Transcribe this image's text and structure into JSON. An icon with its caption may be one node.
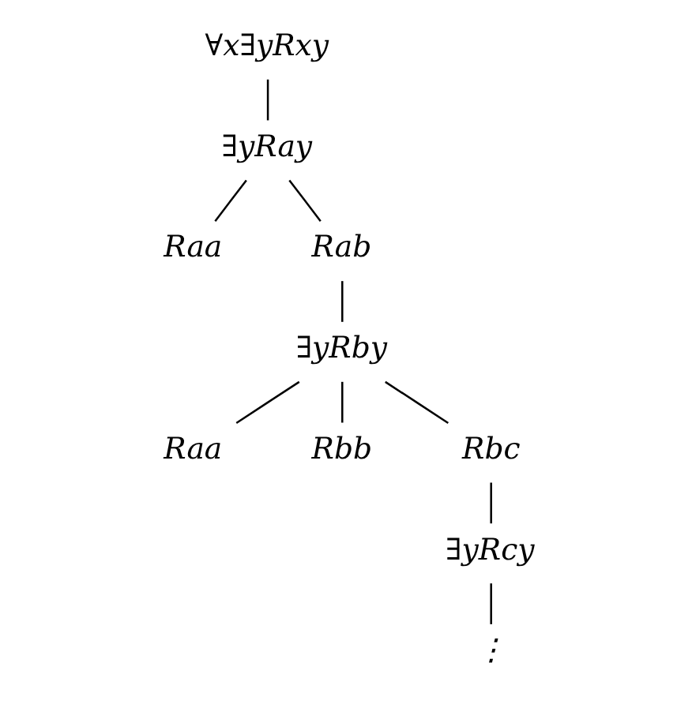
{
  "diagram": {
    "nodes": [
      {
        "text": [
          "∀x∃yRxy"
        ]
      },
      {
        "text": [
          "∃yRay"
        ]
      },
      {
        "text": [
          "Raa"
        ]
      },
      {
        "text": [
          "Rab"
        ]
      },
      {
        "text": [
          "∃yRby"
        ]
      },
      {
        "text": [
          "Raa"
        ]
      },
      {
        "text": [
          "Rbb"
        ]
      },
      {
        "text": [
          "Rbc"
        ]
      },
      {
        "text": [
          "∃yRcy"
        ]
      },
      {
        "text": [
          "⋮"
        ]
      }
    ],
    "edges": [
      {
        "from": 0,
        "to": 1,
        "arrow": "none"
      },
      {
        "from": 1,
        "to": 2,
        "arrow": "none"
      },
      {
        "from": 1,
        "to": 3,
        "arrow": "none"
      },
      {
        "from": 3,
        "to": 4,
        "arrow": "none"
      },
      {
        "from": 4,
        "to": 5,
        "arrow": "none"
      },
      {
        "from": 4,
        "to": 6,
        "arrow": "none"
      },
      {
        "from": 4,
        "to": 7,
        "arrow": "none"
      },
      {
        "from": 7,
        "to": 8,
        "arrow": "none"
      },
      {
        "from": 8,
        "to": 9,
        "arrow": "none"
      }
    ]
  }
}
